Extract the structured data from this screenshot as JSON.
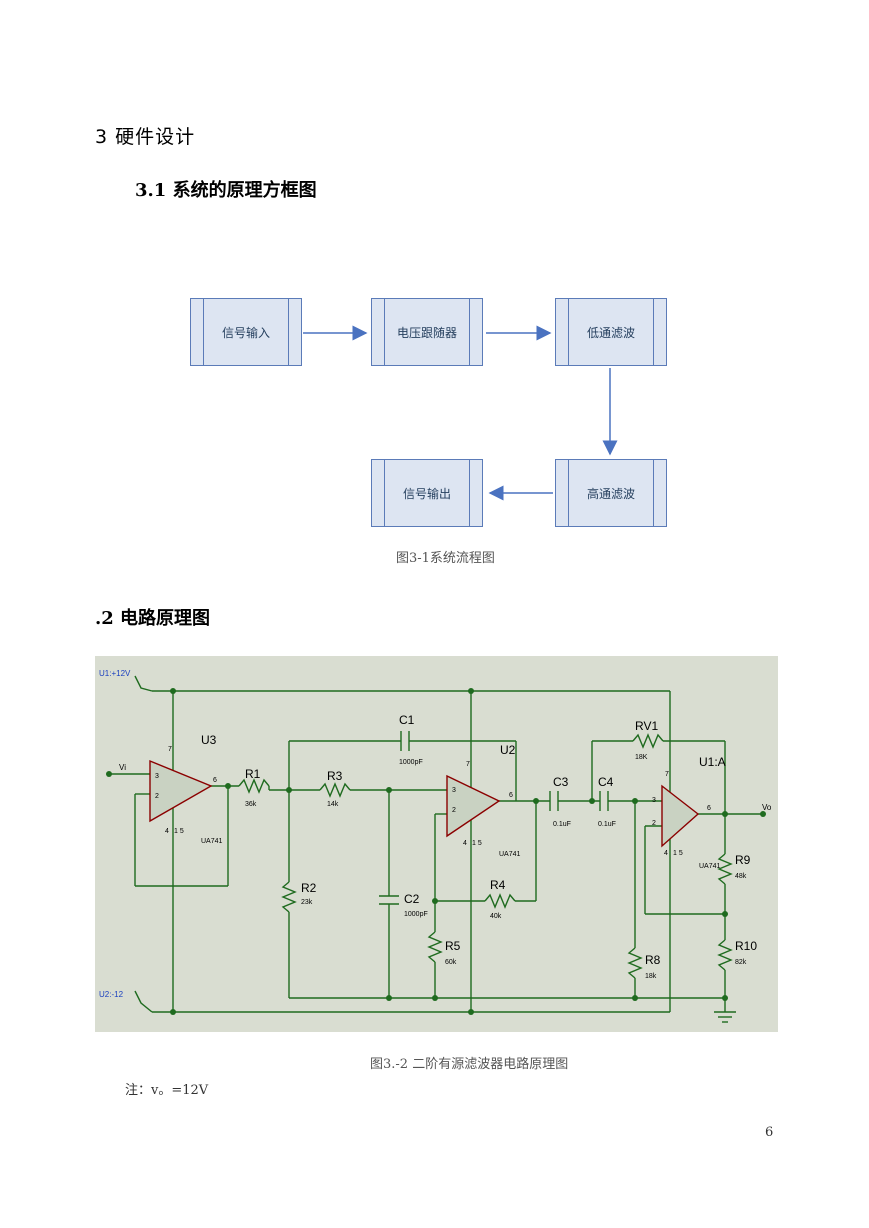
{
  "heading": "3 硬件设计",
  "section_1": "3.1 系统的原理方框图",
  "flowchart": {
    "boxes": [
      "信号输入",
      "电压跟随器",
      "低通滤波",
      "高通滤波",
      "信号输出"
    ],
    "caption": "图3-1系统流程图"
  },
  "section_2": ".2 电路原理图",
  "circuit": {
    "supply_pos": "U1:+12V",
    "supply_neg": "U2:-12",
    "input": "Vi",
    "output": "Vo",
    "opamps": [
      {
        "ref": "U3",
        "part": "UA741"
      },
      {
        "ref": "U2",
        "part": "UA741"
      },
      {
        "ref": "U1:A",
        "part": "UA741"
      }
    ],
    "pins": {
      "noninv": "3",
      "inv": "2",
      "out": "6",
      "vpos": "7",
      "vneg": "4",
      "nulls": "1 5"
    },
    "components": {
      "R1": {
        "ref": "R1",
        "value": "36k"
      },
      "R2": {
        "ref": "R2",
        "value": "23k"
      },
      "R3": {
        "ref": "R3",
        "value": "14k"
      },
      "R4": {
        "ref": "R4",
        "value": "40k"
      },
      "R5": {
        "ref": "R5",
        "value": "60k"
      },
      "R8": {
        "ref": "R8",
        "value": "18k"
      },
      "R9": {
        "ref": "R9",
        "value": "48k"
      },
      "R10": {
        "ref": "R10",
        "value": "82k"
      },
      "RV1": {
        "ref": "RV1",
        "value": "18K"
      },
      "C1": {
        "ref": "C1",
        "value": "1000pF"
      },
      "C2": {
        "ref": "C2",
        "value": "1000pF"
      },
      "C3": {
        "ref": "C3",
        "value": "0.1uF"
      },
      "C4": {
        "ref": "C4",
        "value": "0.1uF"
      }
    },
    "caption": "图3.-2 二阶有源滤波器电路原理图"
  },
  "note": "注：v。=12V",
  "page_number": "6"
}
